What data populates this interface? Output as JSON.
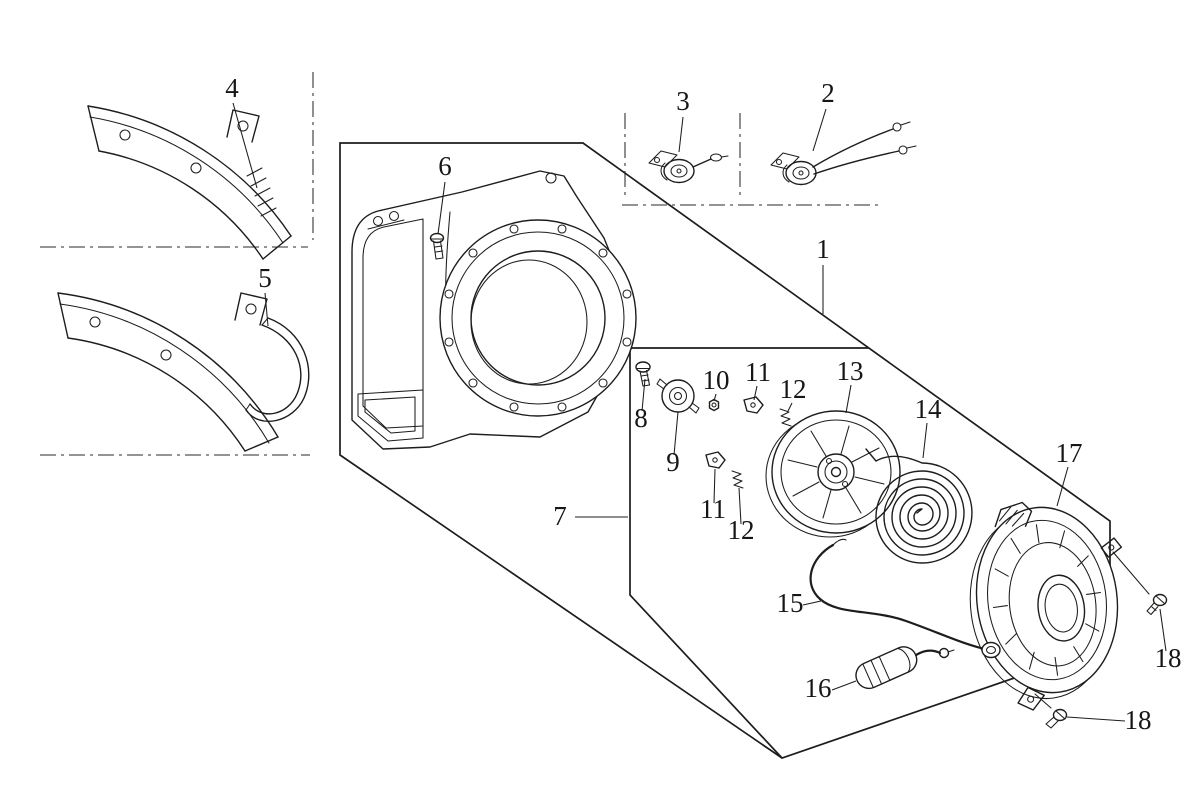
{
  "figure": {
    "background_color": "#ffffff",
    "line_color": "#1d1d1b",
    "callouts": [
      {
        "label": "1"
      },
      {
        "label": "2"
      },
      {
        "label": "3"
      },
      {
        "label": "4"
      },
      {
        "label": "5"
      },
      {
        "label": "6"
      },
      {
        "label": "7"
      },
      {
        "label": "8"
      },
      {
        "label": "9"
      },
      {
        "label": "10"
      },
      {
        "label": "11"
      },
      {
        "label": "11"
      },
      {
        "label": "12"
      },
      {
        "label": "12"
      },
      {
        "label": "13"
      },
      {
        "label": "14"
      },
      {
        "label": "15"
      },
      {
        "label": "16"
      },
      {
        "label": "17"
      },
      {
        "label": "18"
      },
      {
        "label": "18"
      }
    ]
  }
}
